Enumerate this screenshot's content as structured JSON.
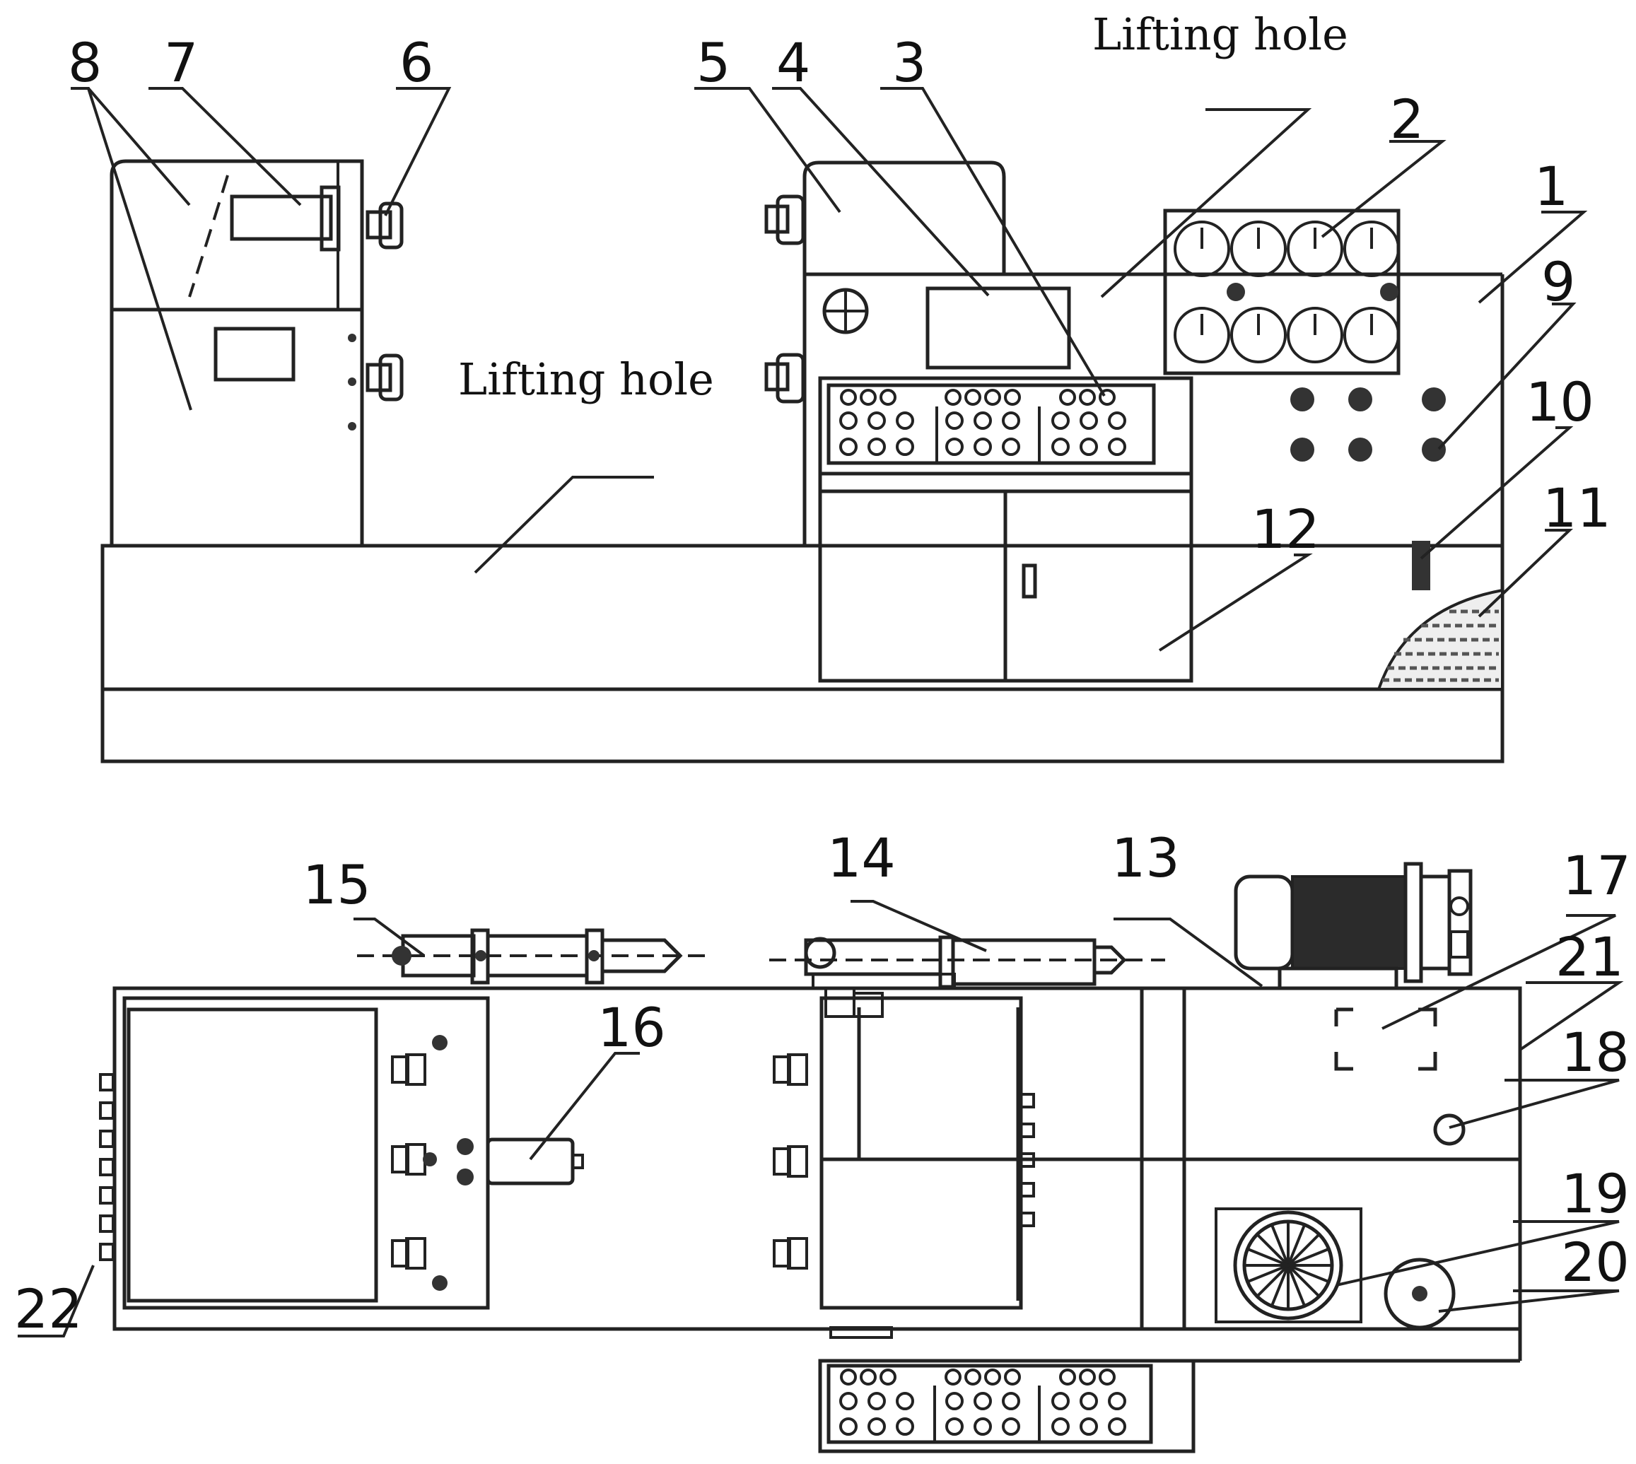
{
  "labels": {
    "lifting_hole_top": "Lifting hole",
    "lifting_hole_mid": "Lifting hole"
  },
  "callouts": {
    "n1": "1",
    "n2": "2",
    "n3": "3",
    "n4": "4",
    "n5": "5",
    "n6": "6",
    "n7": "7",
    "n8": "8",
    "n9": "9",
    "n10": "10",
    "n11": "11",
    "n12": "12",
    "n13": "13",
    "n14": "14",
    "n15": "15",
    "n16": "16",
    "n17": "17",
    "n18": "18",
    "n19": "19",
    "n20": "20",
    "n21": "21",
    "n22": "22"
  },
  "colors": {
    "line": "#222222",
    "background": "#ffffff"
  }
}
